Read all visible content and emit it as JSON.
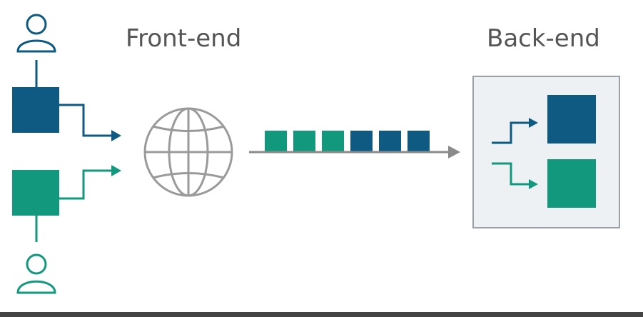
{
  "labels": {
    "frontend": "Front-end",
    "backend": "Back-end"
  },
  "colors": {
    "dark_blue": "#0e5a82",
    "teal": "#12997d",
    "globe_gray": "#9a9a9a",
    "arrow_gray": "#8a8a8a",
    "backend_panel_fill": "#eef1f4",
    "backend_panel_border": "#9aa0a6",
    "label_text": "#555555",
    "bottom_bar": "#444444"
  },
  "icons": {
    "user_top": "user-outline-icon",
    "user_bottom": "user-outline-icon",
    "globe": "globe-icon"
  },
  "message_queue": {
    "colors": [
      "teal",
      "teal",
      "teal",
      "dark_blue",
      "dark_blue",
      "dark_blue"
    ]
  }
}
